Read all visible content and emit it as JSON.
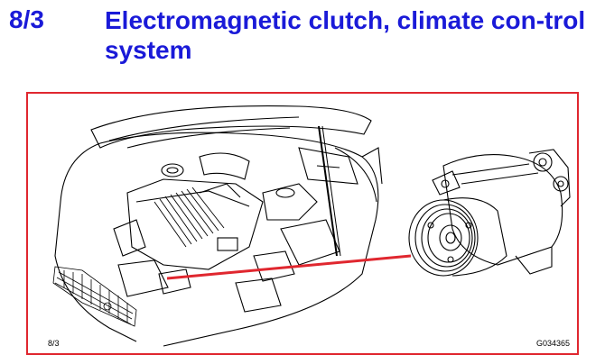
{
  "header": {
    "section_number": "8/3",
    "title": "Electromagnetic clutch, climate con-trol system"
  },
  "figure": {
    "page_ref": "8/3",
    "code": "G034365",
    "pointer_color": "#e0272f",
    "frame_color": "#e0272f",
    "title_color": "#1a1ad8"
  }
}
